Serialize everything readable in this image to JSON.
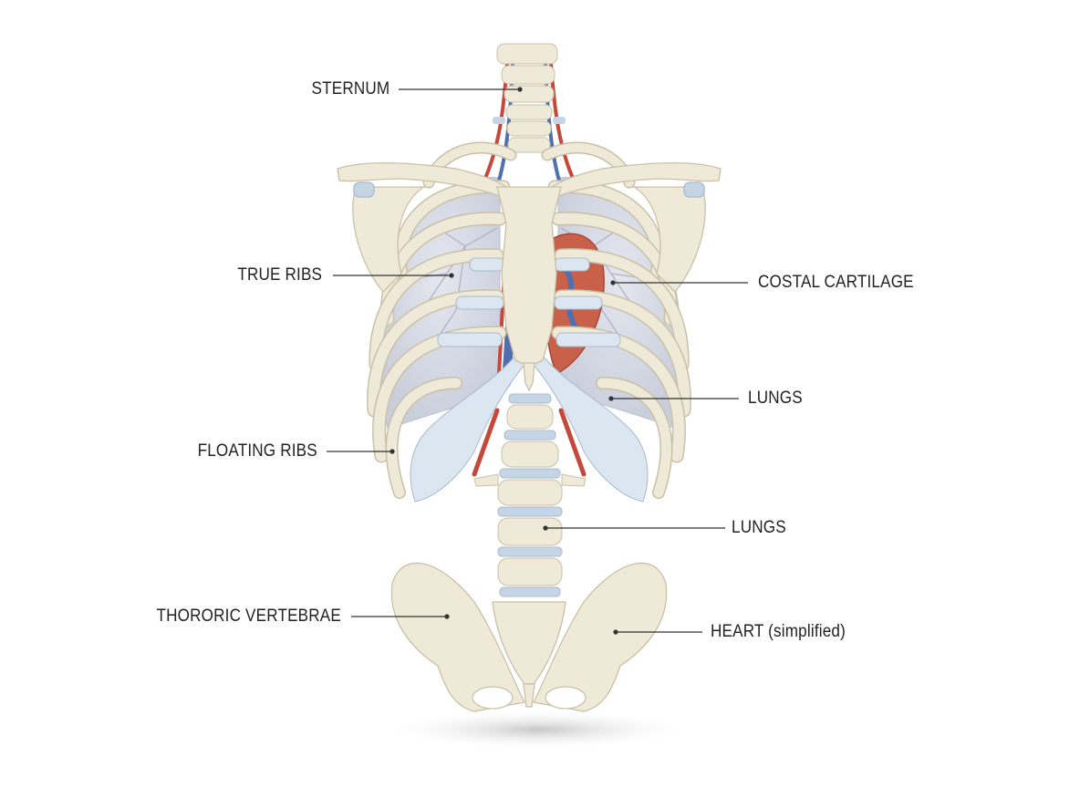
{
  "diagram": {
    "labels": {
      "sternum": "STERNUM",
      "true_ribs": "TRUE RIBS",
      "floating_ribs": "FLOATING RIBS",
      "thoracic_vertebrae": "THORORIC VERTEBRAE",
      "costal_cartilage": "COSTAL CARTILAGE",
      "lungs_upper": "LUNGS",
      "lungs_lower": "LUNGS",
      "heart": "HEART (simplified)"
    },
    "colors": {
      "bone": "#efe9d8",
      "bone_outline": "#c9c0a8",
      "cartilage": "#dce6f0",
      "cartilage_outline": "#a9b9cc",
      "lung": "#d7dbe6",
      "heart": "#c8604a",
      "artery": "#c5483a",
      "vein": "#4f6fae",
      "leader_line": "#333333",
      "label_text": "#222222"
    }
  }
}
